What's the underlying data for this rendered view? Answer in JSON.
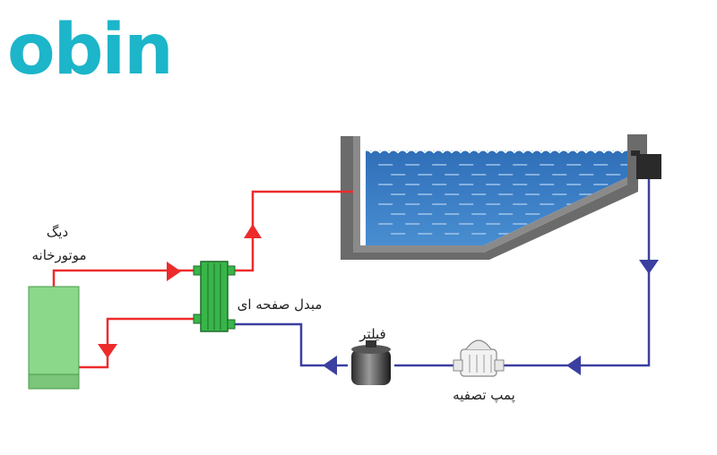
{
  "logo": {
    "text": "obin",
    "color": "#1cb5c9"
  },
  "labels": {
    "boiler": "دیگ",
    "engine_room": "موتورخانه",
    "heat_exchanger": "مبدل صفحه ای",
    "filter": "فیلتر",
    "pump": "پمپ تصفیه"
  },
  "colors": {
    "hot_line": "#ee2b2b",
    "cold_line": "#3b3fa0",
    "water": "#3d7fc4",
    "boiler": "#8bd88b",
    "exchanger": "#39b54a",
    "pool_wall": "#555555"
  },
  "icons": {
    "boiler": "boiler-icon",
    "heat_exchanger": "plate-heat-exchanger-icon",
    "filter": "filter-tank-icon",
    "pump": "pump-icon",
    "pool": "swimming-pool-icon"
  }
}
